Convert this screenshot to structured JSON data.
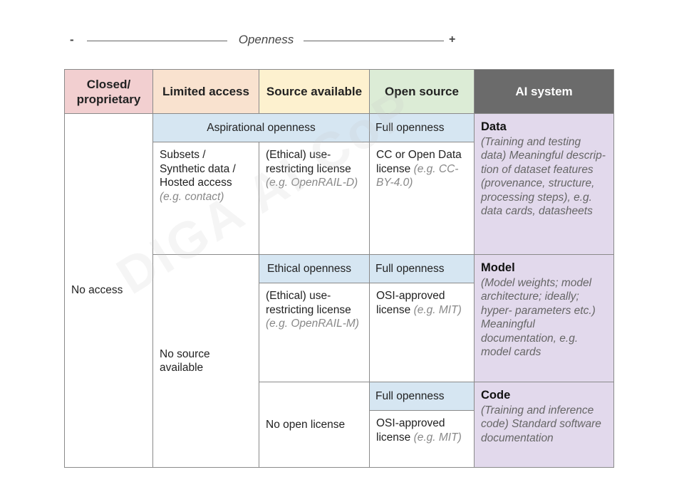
{
  "scale": {
    "minus": "-",
    "title": "Openness",
    "plus": "+"
  },
  "headers": {
    "closed": "Closed/ proprietary",
    "limited": "Limited access",
    "source": "Source available",
    "open": "Open source",
    "ai": "AI system"
  },
  "colors": {
    "closed_bg": "#f2cfd0",
    "limited_bg": "#f9e2cf",
    "source_bg": "#fdf1cf",
    "open_bg": "#dcecd6",
    "ai_bg": "#6b6b6b",
    "band_bg": "#d6e6f2",
    "ai_cell_bg": "#e2d9ec"
  },
  "col_closed": {
    "text": "No access"
  },
  "col_limited_lower": {
    "text": "No source available"
  },
  "data": {
    "band_aspirational": "Aspirational openness",
    "band_full": "Full openness",
    "limited_text": "Subsets / Synthetic data / Hosted access",
    "limited_example": "(e.g. contact)",
    "source_text": "(Ethical) use-restricting license",
    "source_example": "(e.g. OpenRAIL-D)",
    "open_text": "CC or Open Data license",
    "open_example": "(e.g. CC-BY-4.0)",
    "ai_title": "Data",
    "ai_desc": "(Training and testing data) Meaningful descrip- tion of dataset features (provenance, structure, processing steps), e.g. data cards, datasheets"
  },
  "model": {
    "band_ethical": "Ethical openness",
    "band_full": "Full openness",
    "source_text": "(Ethical) use-restricting license",
    "source_example": "(e.g. OpenRAIL-M)",
    "open_text": "OSI-approved license",
    "open_example": "(e.g. MIT)",
    "ai_title": "Model",
    "ai_desc": "(Model weights; model architecture; ideally; hyper- parameters etc.) Meaningful documentation, e.g. model cards"
  },
  "code": {
    "source_text": "No open license",
    "band_full": "Full openness",
    "open_text": "OSI-approved license",
    "open_example": "(e.g. MIT)",
    "ai_title": "Code",
    "ai_desc": "(Training and inference code) Standard software documentation"
  },
  "watermark": "DIGA AI CoP"
}
